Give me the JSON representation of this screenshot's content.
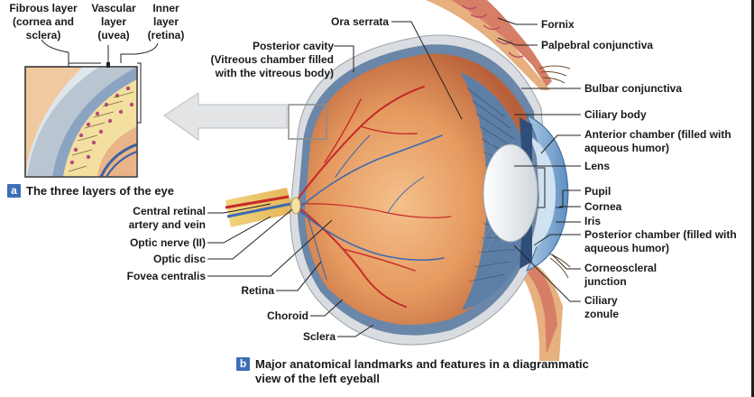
{
  "colors": {
    "accent_badge": "#3b6fb6",
    "sclera": "#d9dde1",
    "choroid": "#6a86a8",
    "retina_base": "#d88a55",
    "vessel_artery": "#c62a2a",
    "vessel_vein": "#3b69b3"
  },
  "inset": {
    "layer_labels": [
      {
        "line1": "Fibrous layer",
        "line2": "(cornea and",
        "line3": "sclera)"
      },
      {
        "line1": "Vascular",
        "line2": "layer",
        "line3": "(uvea)"
      },
      {
        "line1": "Inner",
        "line2": "layer",
        "line3": "(retina)"
      }
    ],
    "caption_badge": "a",
    "caption": "The three layers of the eye"
  },
  "labels_left": {
    "posterior_cavity_1": "Posterior cavity",
    "posterior_cavity_2": "(Vitreous chamber filled",
    "posterior_cavity_3": "with the vitreous body)",
    "central_retinal_1": "Central retinal",
    "central_retinal_2": "artery and vein",
    "optic_nerve": "Optic nerve (II)",
    "optic_disc": "Optic disc",
    "fovea": "Fovea centralis",
    "retina": "Retina",
    "choroid": "Choroid",
    "sclera": "Sclera",
    "ora_serrata": "Ora serrata"
  },
  "labels_right": {
    "fornix": "Fornix",
    "palpebral": "Palpebral conjunctiva",
    "bulbar": "Bulbar conjunctiva",
    "ciliary_body": "Ciliary body",
    "anterior_1": "Anterior chamber (filled with",
    "anterior_2": "aqueous humor)",
    "lens": "Lens",
    "pupil": "Pupil",
    "cornea": "Cornea",
    "iris": "Iris",
    "posterior_ch_1": "Posterior chamber (filled with",
    "posterior_ch_2": "aqueous humor)",
    "corneo_1": "Corneoscleral",
    "corneo_2": "junction",
    "zonule_1": "Ciliary",
    "zonule_2": "zonule"
  },
  "main_caption": {
    "badge": "b",
    "line1": "Major anatomical landmarks and features in a diagrammatic",
    "line2": "view of the left eyeball"
  }
}
